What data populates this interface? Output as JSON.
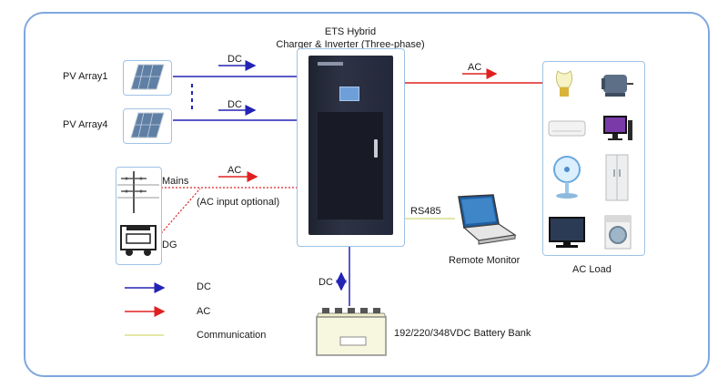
{
  "title": {
    "line1": "ETS Hybrid",
    "line2": "Charger & Inverter (Three-phase)"
  },
  "sources": {
    "pv1": "PV Array1",
    "pv4": "PV Array4",
    "mains": "Mains",
    "ac_optional": "(AC input optional)",
    "dg": "DG"
  },
  "flows": {
    "dc_top": "DC",
    "dc_mid": "DC",
    "ac_in": "AC",
    "ac_out": "AC",
    "dc_battery": "DC",
    "rs485": "RS485"
  },
  "devices": {
    "remote_monitor": "Remote Monitor",
    "ac_load": "AC Load",
    "battery": "192/220/348VDC Battery Bank"
  },
  "legend": {
    "items": [
      {
        "label": "DC",
        "color": "#2323b4"
      },
      {
        "label": "AC",
        "color": "#e02020"
      },
      {
        "label": "Communication",
        "color": "#d9e08a"
      }
    ]
  },
  "colors": {
    "frame": "#7fa7df",
    "dc": "#2323b4",
    "ac": "#e02020",
    "comm": "#d9e08a",
    "box": "#9ec3e6"
  },
  "icons": [
    "solar-panel-icon",
    "utility-pole-icon",
    "generator-icon",
    "inverter-cabinet-icon",
    "laptop-icon",
    "battery-icon",
    "light-bulb-icon",
    "motor-icon",
    "air-conditioner-icon",
    "desktop-computer-icon",
    "fan-icon",
    "refrigerator-icon",
    "television-icon",
    "washing-machine-icon"
  ]
}
